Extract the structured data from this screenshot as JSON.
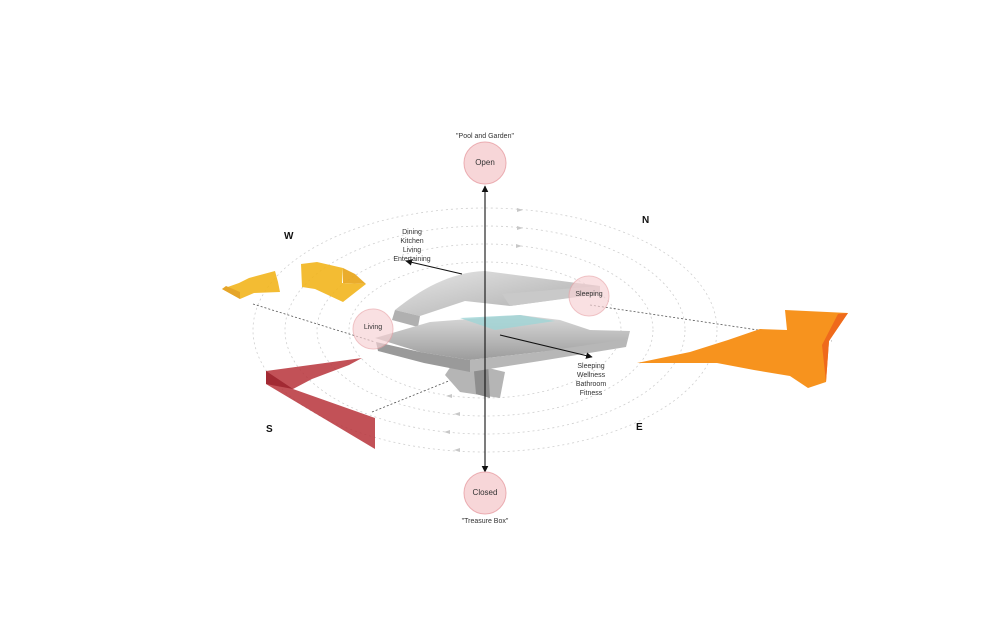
{
  "labels": {
    "top_caption": "\"Pool and Garden\"",
    "bottom_caption": "\"Treasure Box\"",
    "open": "Open",
    "closed": "Closed",
    "living": "Living",
    "sleeping": "Sleeping"
  },
  "directions": {
    "west": "W",
    "north": "N",
    "south": "S",
    "east": "E"
  },
  "program_upper": [
    "Dining",
    "Kitchen",
    "Living",
    "Entertaining"
  ],
  "program_lower": [
    "Sleeping",
    "Wellness",
    "Bathroom",
    "Fitness"
  ],
  "colors": {
    "west_band": "#f2b51d",
    "south_band": "#b7333a",
    "east_band": "#f7931e",
    "node_fill": "#f7d2d4",
    "node_stroke": "#e9a4a9"
  }
}
